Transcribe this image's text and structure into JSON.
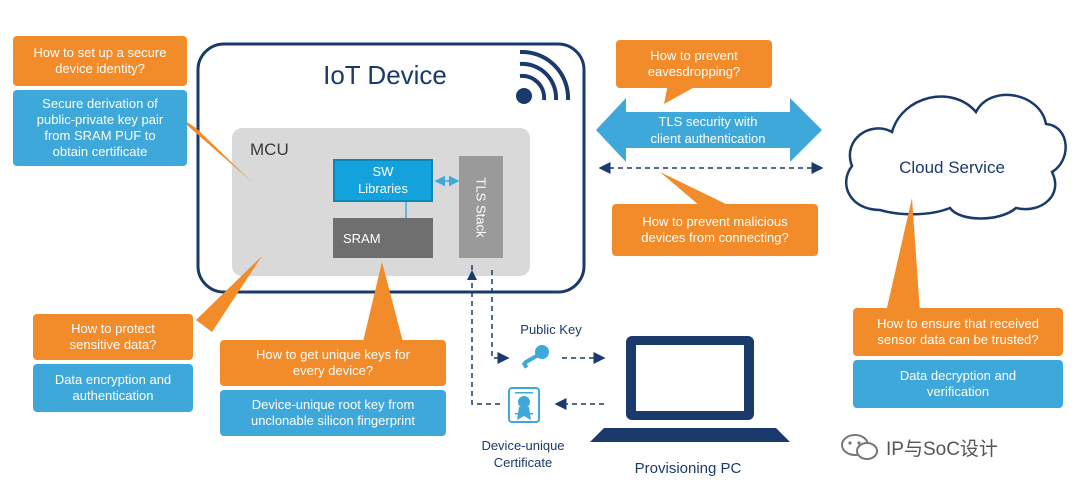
{
  "iot_device": {
    "title": "IoT Device",
    "mcu_label": "MCU",
    "sw_libraries": "SW\nLibraries",
    "sram": "SRAM",
    "tls_stack": "TLS Stack"
  },
  "cloud": {
    "label": "Cloud Service"
  },
  "tls_arrow": {
    "label": "TLS security with\nclient authentication"
  },
  "provisioning": {
    "public_key": "Public Key",
    "certificate": "Device-unique\nCertificate",
    "pc_label": "Provisioning PC"
  },
  "callouts": {
    "identity_q": "How to set up a secure\ndevice identity?",
    "identity_a": "Secure derivation of\npublic-private key pair\nfrom SRAM PUF to\nobtain certificate",
    "protect_q": "How to protect\nsensitive data?",
    "protect_a": "Data encryption and\nauthentication",
    "unique_q": "How to get unique keys for\nevery device?",
    "unique_a": "Device-unique root key from\nunclonable silicon fingerprint",
    "eavesdrop_q": "How to prevent\neavesdropping?",
    "malicious_q": "How to prevent malicious\ndevices from connecting?",
    "trusted_q": "How to ensure that received\nsensor data can be trusted?",
    "trusted_a": "Data decryption and\nverification"
  },
  "watermark": {
    "text": "IP与SoC设计"
  },
  "colors": {
    "orange": "#f28b2a",
    "blue": "#3ea8da",
    "navy": "#1a3a6b",
    "sw_blue": "#13a2dc",
    "mcu_gray": "#d9d9d9"
  }
}
